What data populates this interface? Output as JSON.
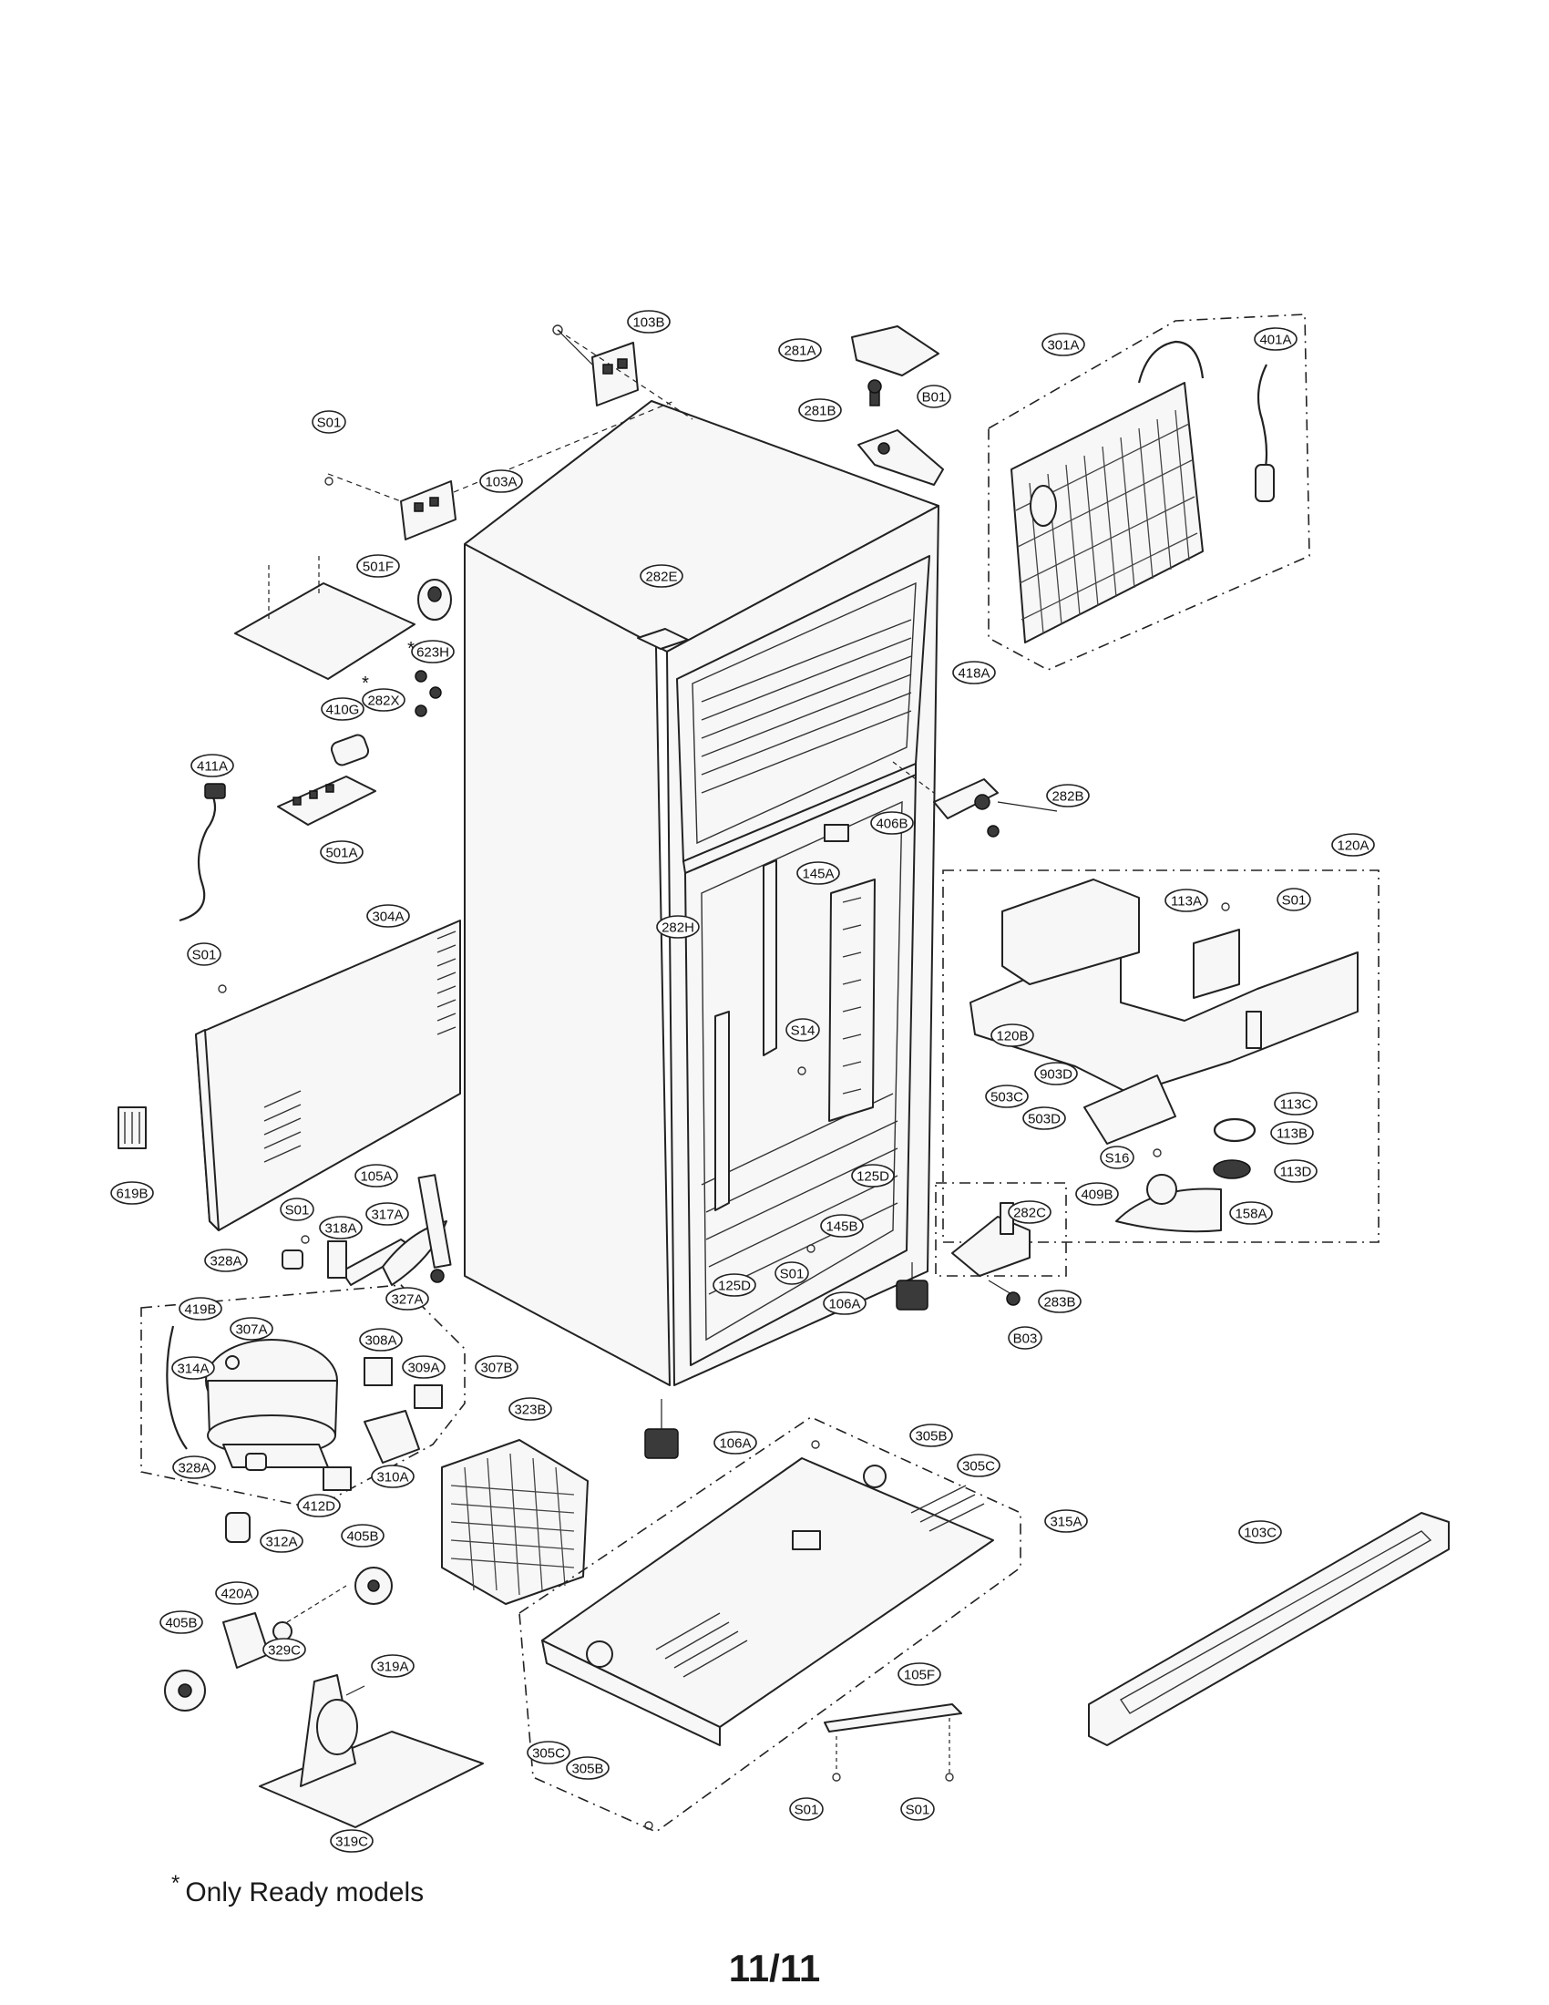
{
  "diagram": {
    "callouts": [
      {
        "id": "103B",
        "label": "103B"
      },
      {
        "id": "S01_top",
        "label": "S01"
      },
      {
        "id": "103A",
        "label": "103A"
      },
      {
        "id": "501F",
        "label": "501F"
      },
      {
        "id": "623H",
        "label": "623H"
      },
      {
        "id": "282X",
        "label": "282X"
      },
      {
        "id": "410G",
        "label": "410G"
      },
      {
        "id": "411A",
        "label": "411A"
      },
      {
        "id": "501A",
        "label": "501A"
      },
      {
        "id": "304A",
        "label": "304A"
      },
      {
        "id": "S01_left",
        "label": "S01"
      },
      {
        "id": "619B",
        "label": "619B"
      },
      {
        "id": "281A",
        "label": "281A"
      },
      {
        "id": "281B",
        "label": "281B"
      },
      {
        "id": "B01",
        "label": "B01"
      },
      {
        "id": "301A",
        "label": "301A"
      },
      {
        "id": "401A",
        "label": "401A"
      },
      {
        "id": "282E",
        "label": "282E"
      },
      {
        "id": "418A",
        "label": "418A"
      },
      {
        "id": "282B",
        "label": "282B"
      },
      {
        "id": "406B",
        "label": "406B"
      },
      {
        "id": "145A",
        "label": "145A"
      },
      {
        "id": "282H",
        "label": "282H"
      },
      {
        "id": "S14",
        "label": "S14"
      },
      {
        "id": "125D_r",
        "label": "125D"
      },
      {
        "id": "145B",
        "label": "145B"
      },
      {
        "id": "S01_mid",
        "label": "S01"
      },
      {
        "id": "125D_b",
        "label": "125D"
      },
      {
        "id": "105A",
        "label": "105A"
      },
      {
        "id": "S01_comp",
        "label": "S01"
      },
      {
        "id": "318A",
        "label": "318A"
      },
      {
        "id": "317A",
        "label": "317A"
      },
      {
        "id": "328A_top",
        "label": "328A"
      },
      {
        "id": "327A",
        "label": "327A"
      },
      {
        "id": "419B",
        "label": "419B"
      },
      {
        "id": "307A",
        "label": "307A"
      },
      {
        "id": "308A",
        "label": "308A"
      },
      {
        "id": "314A",
        "label": "314A"
      },
      {
        "id": "309A",
        "label": "309A"
      },
      {
        "id": "307B",
        "label": "307B"
      },
      {
        "id": "310A",
        "label": "310A"
      },
      {
        "id": "328A_bot",
        "label": "328A"
      },
      {
        "id": "412D",
        "label": "412D"
      },
      {
        "id": "312A",
        "label": "312A"
      },
      {
        "id": "323B",
        "label": "323B"
      },
      {
        "id": "106A_front",
        "label": "106A"
      },
      {
        "id": "106A_bot",
        "label": "106A"
      },
      {
        "id": "120A",
        "label": "120A"
      },
      {
        "id": "113A",
        "label": "113A"
      },
      {
        "id": "S01_120",
        "label": "S01"
      },
      {
        "id": "120B",
        "label": "120B"
      },
      {
        "id": "903D",
        "label": "903D"
      },
      {
        "id": "503C",
        "label": "503C"
      },
      {
        "id": "113C",
        "label": "113C"
      },
      {
        "id": "503D",
        "label": "503D"
      },
      {
        "id": "113B",
        "label": "113B"
      },
      {
        "id": "S16",
        "label": "S16"
      },
      {
        "id": "113D",
        "label": "113D"
      },
      {
        "id": "409B",
        "label": "409B"
      },
      {
        "id": "158A",
        "label": "158A"
      },
      {
        "id": "282C",
        "label": "282C"
      },
      {
        "id": "283B",
        "label": "283B"
      },
      {
        "id": "B03",
        "label": "B03"
      },
      {
        "id": "305B_top",
        "label": "305B"
      },
      {
        "id": "305C_top",
        "label": "305C"
      },
      {
        "id": "315A",
        "label": "315A"
      },
      {
        "id": "103C",
        "label": "103C"
      },
      {
        "id": "405B_r",
        "label": "405B"
      },
      {
        "id": "420A",
        "label": "420A"
      },
      {
        "id": "405B_l",
        "label": "405B"
      },
      {
        "id": "329C",
        "label": "329C"
      },
      {
        "id": "319A",
        "label": "319A"
      },
      {
        "id": "319C",
        "label": "319C"
      },
      {
        "id": "105F",
        "label": "105F"
      },
      {
        "id": "305C_bot",
        "label": "305C"
      },
      {
        "id": "305B_bot",
        "label": "305B"
      },
      {
        "id": "S01_bl",
        "label": "S01"
      },
      {
        "id": "S01_br",
        "label": "S01"
      }
    ],
    "asterisk_marks": [
      "*",
      "*"
    ]
  },
  "footnote": {
    "marker": "*",
    "text": "Only Ready models"
  },
  "page_number": "11/11"
}
